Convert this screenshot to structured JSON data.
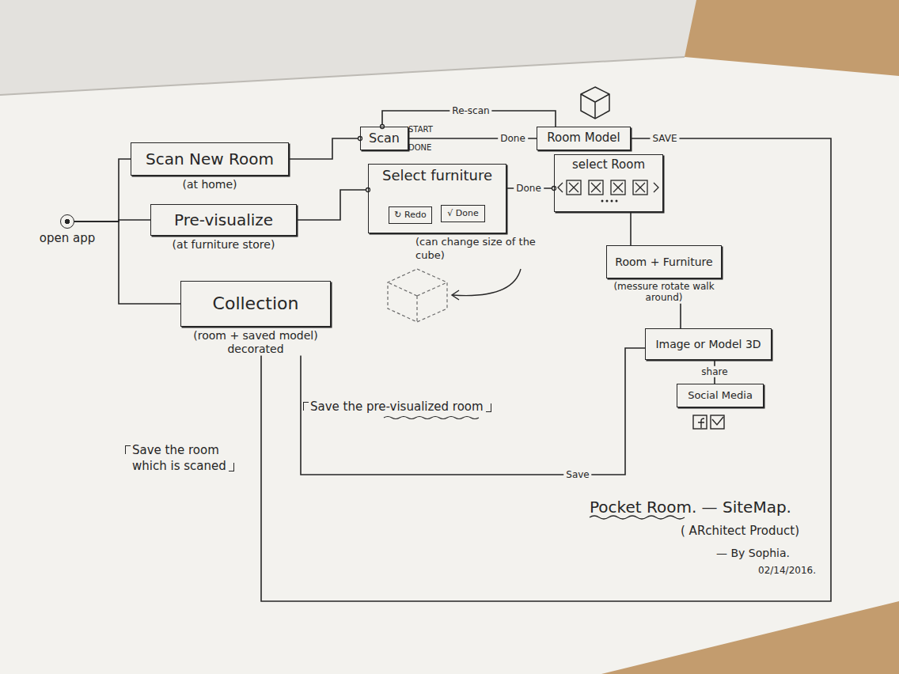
{
  "diagram": {
    "title": "Pocket Room. — SiteMap.",
    "nodes": [
      {
        "text": [
          "open app"
        ]
      },
      {
        "text": [
          "Scan New Room",
          "(at home)"
        ]
      },
      {
        "text": [
          "Pre-visualize",
          "(at furniture store)"
        ]
      },
      {
        "text": [
          "Collection",
          "(room + saved model) decorated"
        ]
      },
      {
        "text": [
          "Scan"
        ]
      },
      {
        "text": [
          "Room Model"
        ]
      },
      {
        "text": [
          "Select furniture"
        ]
      },
      {
        "text": [
          "↻ Redo"
        ],
        "in": 6
      },
      {
        "text": [
          "√ Done"
        ],
        "in": 6
      },
      {
        "text": [
          "select Room"
        ]
      },
      {
        "text": [
          "Room + Furniture",
          "(messure rotate walk around)"
        ]
      },
      {
        "text": [
          "Image or Model 3D"
        ]
      },
      {
        "text": [
          "Social Media"
        ]
      }
    ],
    "edges": [
      {
        "from": 0,
        "to": 1,
        "arrow": "none"
      },
      {
        "from": 0,
        "to": 2,
        "arrow": "none"
      },
      {
        "from": 0,
        "to": 3,
        "arrow": "none"
      },
      {
        "from": 1,
        "to": 4,
        "arrow": "none"
      },
      {
        "from": 4,
        "to": 5,
        "label": "Done",
        "arrow": "none"
      },
      {
        "from": 5,
        "to": 4,
        "label": "Re-scan",
        "arrow": "none"
      },
      {
        "from": 2,
        "to": 6,
        "arrow": "none"
      },
      {
        "from": 6,
        "to": 9,
        "label": "Done",
        "arrow": "none"
      },
      {
        "from": 9,
        "to": 10,
        "arrow": "none"
      },
      {
        "from": 10,
        "to": 11,
        "arrow": "none"
      },
      {
        "from": 11,
        "to": 12,
        "label": "share",
        "arrow": "none"
      },
      {
        "from": 5,
        "to": 3,
        "label": "SAVE",
        "arrow": "none"
      },
      {
        "from": 11,
        "to": 3,
        "label": "Save",
        "arrow": "none"
      }
    ],
    "labels": [
      "START",
      "DONE",
      "(can change size of the cube)",
      "Save the pre-visualized room",
      "Save the room which is scaned",
      "( ARchitect Product)",
      "— By Sophia.",
      "02/14/2016."
    ]
  }
}
